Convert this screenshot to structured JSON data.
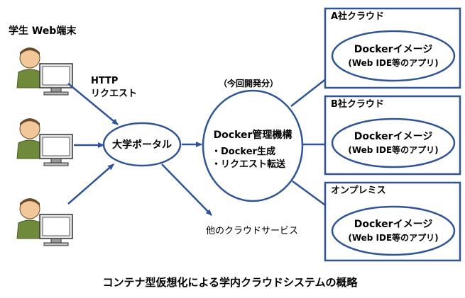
{
  "student_label": "学生 Web端末",
  "http_label": [
    "HTTP",
    "リクエスト"
  ],
  "portal_label": "大学ポータル",
  "dev_note": "（今回開発分）",
  "mechanism": {
    "title": "Docker管理機構",
    "items": [
      "・Docker生成",
      "・リクエスト転送"
    ]
  },
  "other_services": "他のクラウドサービス",
  "clouds": [
    {
      "label": "A社クラウド",
      "image": "Dockerイメージ",
      "note": "(Web IDE等のアプリ)"
    },
    {
      "label": "B社クラウド",
      "image": "Dockerイメージ",
      "note": "(Web IDE等のアプリ)"
    },
    {
      "label": "オンプレミス",
      "image": "Dockerイメージ",
      "note": "(Web IDE等のアプリ)"
    }
  ],
  "caption": "コンテナ型仮想化による学内クラウドシステムの概略",
  "colors": {
    "accent": "#2f5597",
    "skin": "#f2c79a",
    "hair": "#6b4a2b",
    "shirt": "#6f8a3a",
    "monitor": "#e6e6e6"
  }
}
